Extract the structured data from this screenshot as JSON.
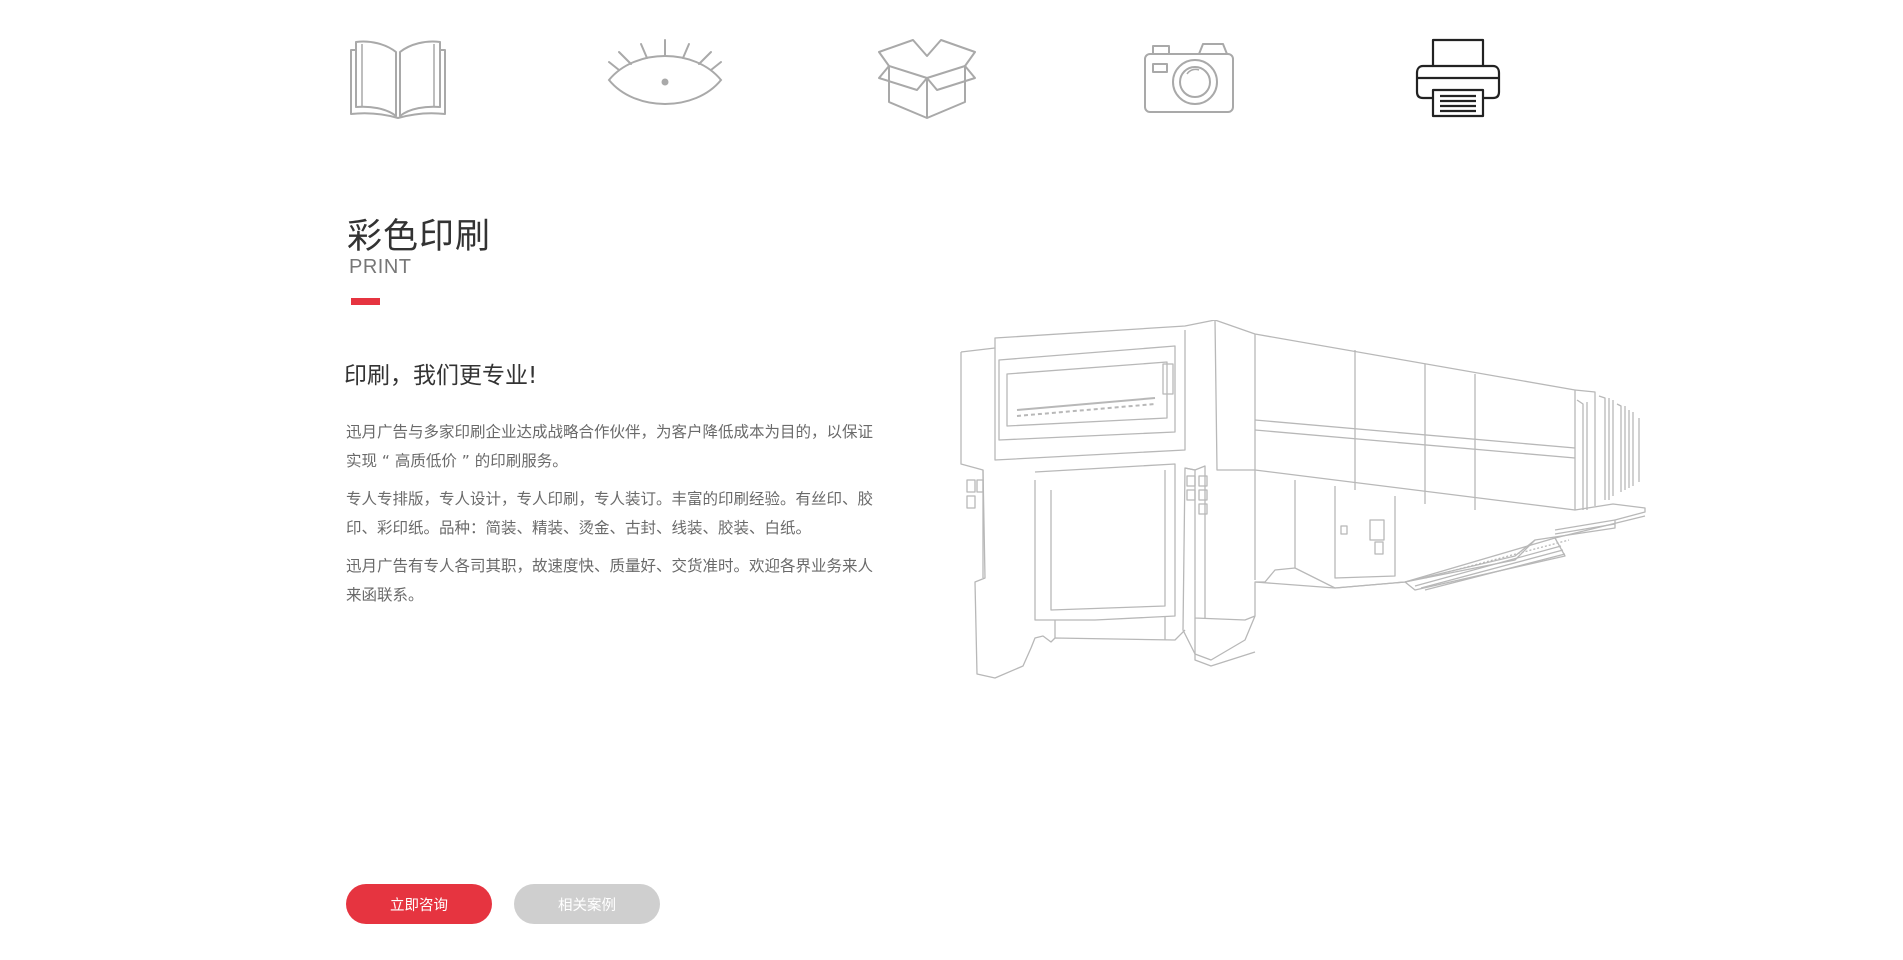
{
  "icons": [
    {
      "name": "book-icon",
      "active": false
    },
    {
      "name": "eye-icon",
      "active": false
    },
    {
      "name": "box-icon",
      "active": false
    },
    {
      "name": "camera-icon",
      "active": false
    },
    {
      "name": "printer-icon",
      "active": true
    }
  ],
  "colors": {
    "accent": "#e63440",
    "icon_inactive": "#a9a9a9",
    "icon_active": "#222222",
    "secondary_button": "#cfcfcf"
  },
  "section": {
    "title": "彩色印刷",
    "subtitle": "PRINT",
    "tagline": "印刷，我们更专业!",
    "paragraphs": [
      "迅月广告与多家印刷企业达成战略合作伙伴，为客户降低成本为目的，以保证实现 “ 高质低价 ” 的印刷服务。",
      "专人专排版，专人设计，专人印刷，专人装订。丰富的印刷经验。有丝印、胶印、彩印纸。品种：简装、精装、烫金、古封、线装、胶装、白纸。",
      "迅月广告有专人各司其职，故速度快、质量好、交货准时。欢迎各界业务来人来函联系。"
    ]
  },
  "buttons": {
    "consult": "立即咨询",
    "cases": "相关案例"
  }
}
